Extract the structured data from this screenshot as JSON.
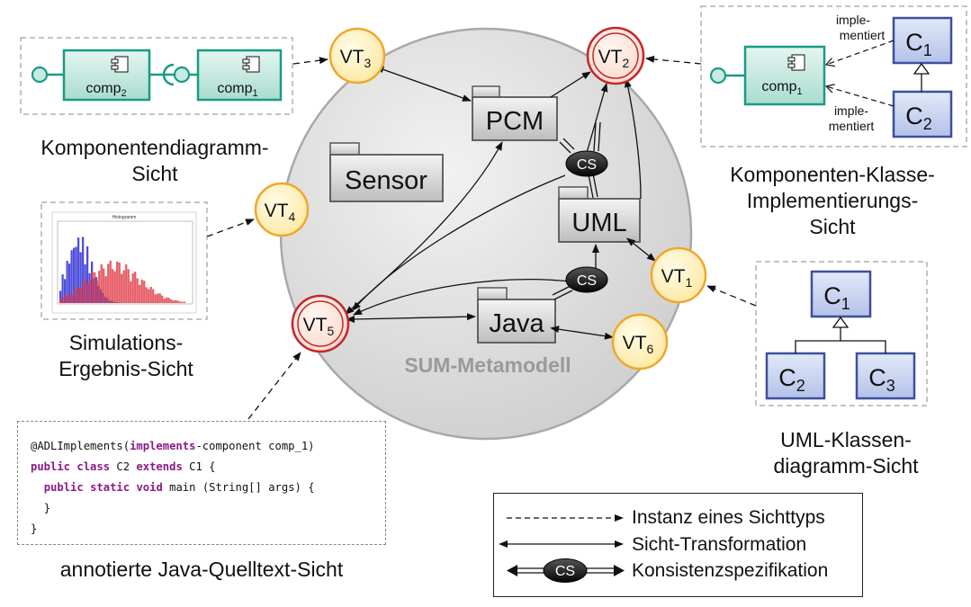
{
  "metamodel": {
    "label": "SUM-Metamodell",
    "packages": [
      "PCM",
      "Sensor",
      "UML",
      "Java"
    ],
    "cs_label": "CS"
  },
  "view_types": [
    {
      "id": "vt3",
      "base": "VT",
      "sub": "3",
      "style": "yellow"
    },
    {
      "id": "vt2",
      "base": "VT",
      "sub": "2",
      "style": "red"
    },
    {
      "id": "vt4",
      "base": "VT",
      "sub": "4",
      "style": "yellow"
    },
    {
      "id": "vt1",
      "base": "VT",
      "sub": "1",
      "style": "yellow"
    },
    {
      "id": "vt5",
      "base": "VT",
      "sub": "5",
      "style": "red"
    },
    {
      "id": "vt6",
      "base": "VT",
      "sub": "6",
      "style": "yellow"
    }
  ],
  "component_view": {
    "caption_line1": "Komponentendiagramm-",
    "caption_line2": "Sicht",
    "comp_a": {
      "base": "comp",
      "sub": "2"
    },
    "comp_b": {
      "base": "comp",
      "sub": "1"
    }
  },
  "impl_view": {
    "caption_line1": "Komponenten-Klasse-",
    "caption_line2": "Implementierungs-",
    "caption_line3": "Sicht",
    "comp": {
      "base": "comp",
      "sub": "1"
    },
    "class_top": {
      "base": "C",
      "sub": "1"
    },
    "class_bottom": {
      "base": "C",
      "sub": "2"
    },
    "label_top_1": "imple-",
    "label_top_2": "mentiert",
    "label_bottom_1": "imple-",
    "label_bottom_2": "mentiert"
  },
  "simulation_view": {
    "caption_line1": "Simulations-",
    "caption_line2": "Ergebnis-Sicht",
    "chart_title": "Histogramm"
  },
  "uml_view": {
    "caption_line1": "UML-Klassen-",
    "caption_line2": "diagramm-Sicht",
    "c1": {
      "base": "C",
      "sub": "1"
    },
    "c2": {
      "base": "C",
      "sub": "2"
    },
    "c3": {
      "base": "C",
      "sub": "3"
    }
  },
  "code_view": {
    "caption": "annotierte Java-Quelltext-Sicht",
    "line1": {
      "a": "@ADLImplements(",
      "b": "implements",
      "c": "-component comp_1)"
    },
    "line2": {
      "k1": "public",
      "k2": "class",
      "t1": " C2 ",
      "k3": "extends",
      "t2": " C1 {"
    },
    "line3": {
      "k1": "public",
      "k2": "static",
      "k3": "void",
      "t1": " main (String[] args) {"
    },
    "line4": "}",
    "line5": "}"
  },
  "legend": {
    "instance": "Instanz eines Sichttyps",
    "transformation": "Sicht-Transformation",
    "consistency": "Konsistenzspezifikation",
    "cs_label": "CS"
  },
  "colors": {
    "teal": "#1a9a86",
    "teal_fill": "#c6ebe3",
    "blue": "#3e4f9e",
    "blue_fill": "#c9d4ee",
    "yellow_fill": "#fff4bf",
    "yellow_stroke": "#f0a72a",
    "red_stroke": "#c0282e",
    "red_fill": "#fde8de",
    "circle_fill": "#dcdcdc",
    "circle_stroke": "#a8a8a8",
    "code_keyword": "#8a1a8a"
  }
}
